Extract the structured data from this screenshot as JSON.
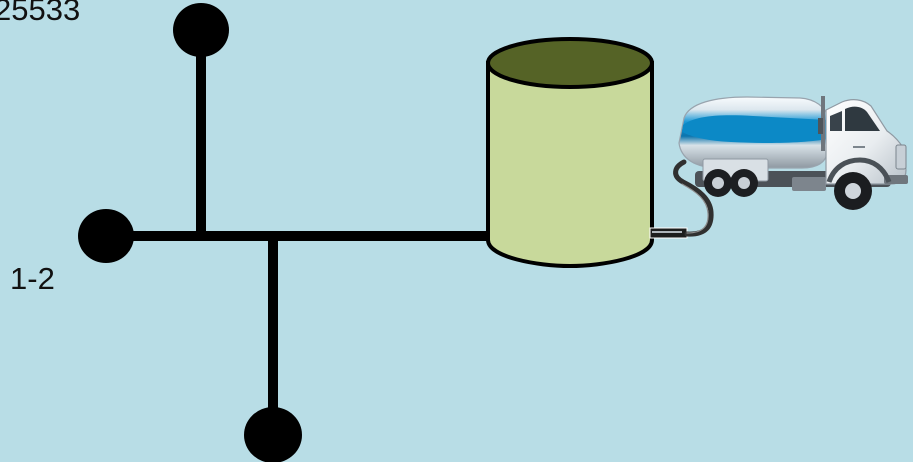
{
  "labels": {
    "top_left_value": "25533",
    "left_node_value": "1-2"
  },
  "colors": {
    "background": "#b8dde6",
    "pipe": "#000000",
    "node": "#000000",
    "tank_body": "#c8d99b",
    "tank_top": "#556326",
    "truck_tank": "#0a8ac8",
    "truck_body": "#f4f6f8",
    "hose": "#4d4d4d"
  },
  "icons": {
    "node": "junction-node",
    "storage": "storage-tank-icon",
    "vehicle": "tanker-truck-icon"
  }
}
